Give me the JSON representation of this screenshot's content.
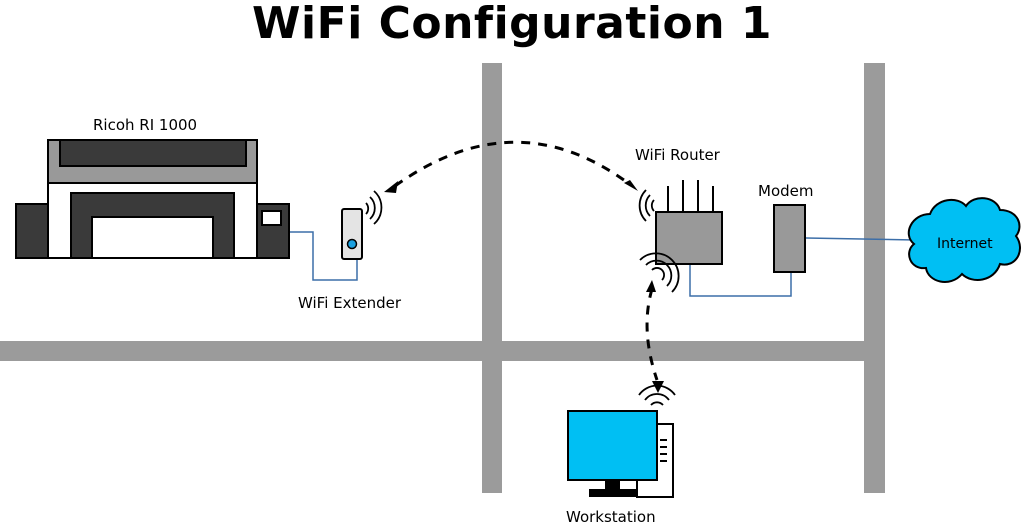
{
  "title": "WiFi Configuration 1",
  "devices": {
    "printer": "Ricoh RI 1000",
    "extender": "WiFi Extender",
    "router": "WiFi Router",
    "modem": "Modem",
    "internet": "Internet",
    "workstation": "Workstation"
  },
  "colors": {
    "wall": "#9b9b9b",
    "device_gray": "#999999",
    "printer_dark": "#3a3a3a",
    "cable": "#3c6ea8",
    "screen": "#00bff3",
    "cloud": "#00bff3",
    "led": "#1aa0e0"
  }
}
